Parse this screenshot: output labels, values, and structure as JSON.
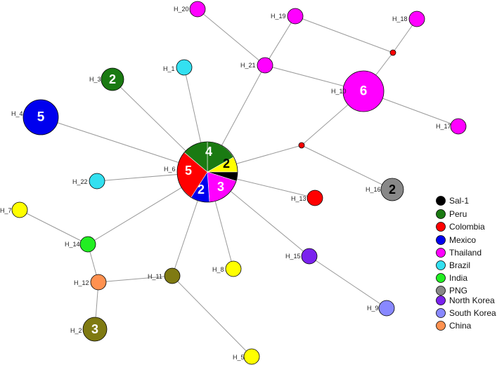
{
  "legend": [
    {
      "key": "sal1",
      "label": "Sal-1",
      "color": "#000000"
    },
    {
      "key": "peru",
      "label": "Peru",
      "color": "#1a7a12"
    },
    {
      "key": "colombia",
      "label": "Colombia",
      "color": "#ff0000"
    },
    {
      "key": "mexico",
      "label": "Mexico",
      "color": "#0000ee"
    },
    {
      "key": "thailand",
      "label": "Thailand",
      "color": "#ff00ff"
    },
    {
      "key": "brazil",
      "label": "Brazil",
      "color": "#33e0f0"
    },
    {
      "key": "india",
      "label": "India",
      "color": "#22ee22"
    },
    {
      "key": "png",
      "label": "PNG",
      "color": "#888888"
    },
    {
      "key": "north_korea",
      "label": "North Korea",
      "color": "#7a22ee"
    },
    {
      "key": "south_korea",
      "label": "South Korea",
      "color": "#8888ff"
    },
    {
      "key": "china",
      "label": "China",
      "color": "#ff9150"
    }
  ],
  "haplotypes": [
    {
      "label": "H_1"
    },
    {
      "label": "H_2"
    },
    {
      "label": "H_3"
    },
    {
      "label": "H_4"
    },
    {
      "label": "H_5"
    },
    {
      "label": "H_6"
    },
    {
      "label": "H_7"
    },
    {
      "label": "H_8"
    },
    {
      "label": "H_9"
    },
    {
      "label": "H_10"
    },
    {
      "label": "H_11"
    },
    {
      "label": "H_12"
    },
    {
      "label": "H_13"
    },
    {
      "label": "H_14"
    },
    {
      "label": "H_15"
    },
    {
      "label": "H_16"
    },
    {
      "label": "H_17"
    },
    {
      "label": "H_18"
    },
    {
      "label": "H_19"
    },
    {
      "label": "H_20"
    },
    {
      "label": "H_21"
    },
    {
      "label": "H_22"
    }
  ],
  "counts": {
    "h2": "3",
    "h3": "2",
    "h4": "5",
    "h10": "6",
    "h16": "2",
    "h6_peru": "4",
    "h6_colombia": "5",
    "h6_mexico": "2",
    "h6_thailand": "3",
    "h6_sal1_other": "2"
  }
}
